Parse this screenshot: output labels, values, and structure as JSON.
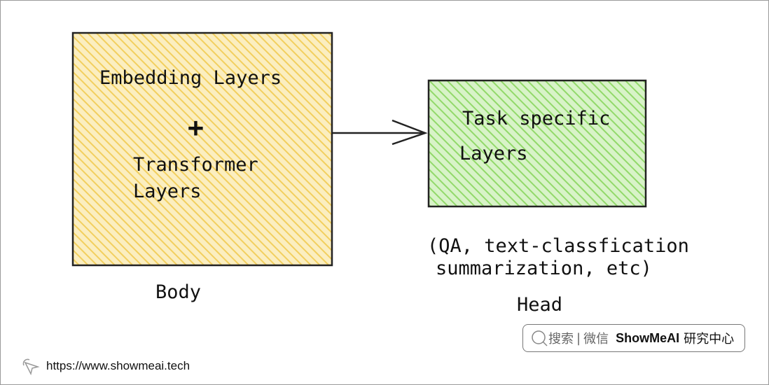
{
  "body_box": {
    "line1": "Embedding Layers",
    "plus": "+",
    "line2": "Transformer",
    "line3": "Layers",
    "caption": "Body",
    "color": "#f7d777"
  },
  "head_box": {
    "line1": "Task specific",
    "line2": "Layers",
    "note1": "(QA, text-classfication",
    "note2": "summarization, etc)",
    "caption": "Head",
    "color": "#a3e07f"
  },
  "watermark": {
    "search": "搜索",
    "sep": "|",
    "wechat": "微信",
    "brand": "ShowMeAI",
    "suffix": "研究中心"
  },
  "footer": {
    "url": "https://www.showmeai.tech"
  }
}
